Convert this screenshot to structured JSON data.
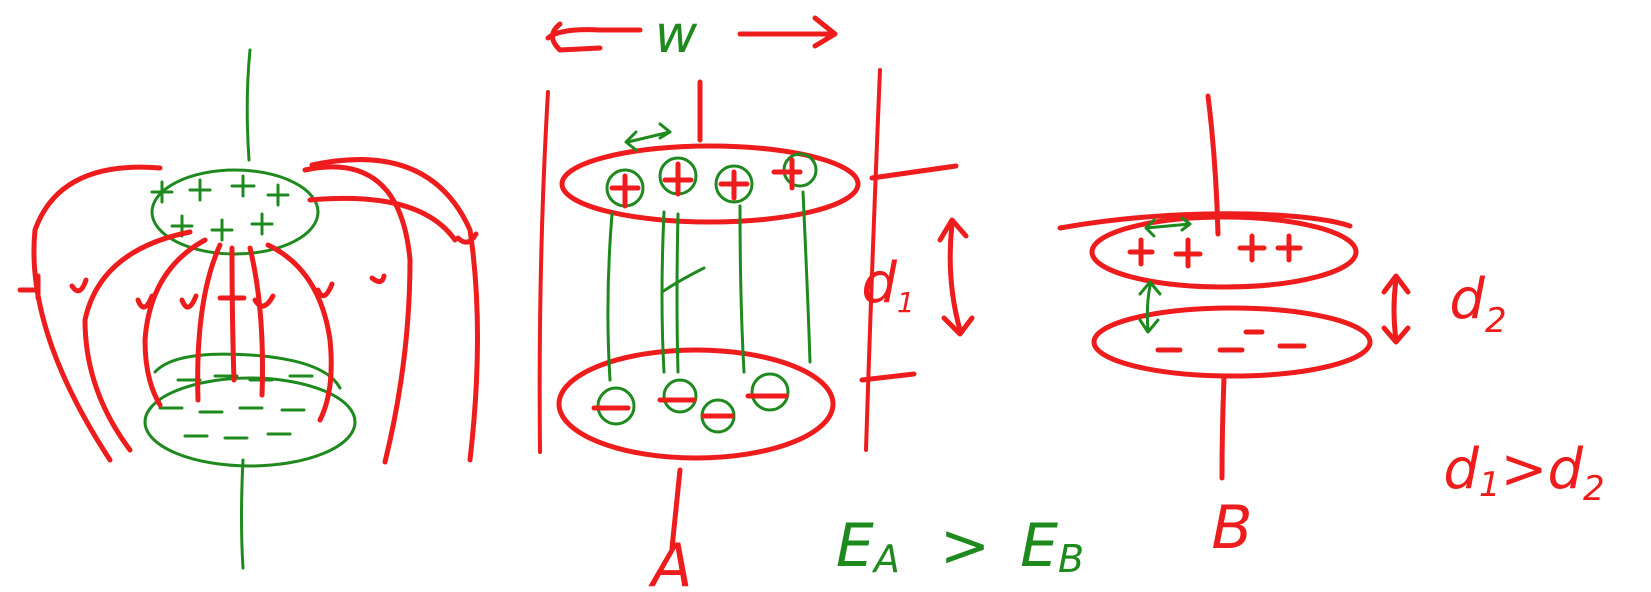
{
  "labels": {
    "width": "w",
    "separation_1": "d₁",
    "separation_2": "d₂",
    "capacitor_a": "A",
    "capacitor_b": "B",
    "field_comparison": "E_A > E_B",
    "field_e_a": "E",
    "field_a_sub": "A",
    "field_gt": ">",
    "field_e_b": "E",
    "field_b_sub": "B",
    "distance_d1": "d",
    "distance_d1_sub": "1",
    "distance_d2": "d",
    "distance_d2_sub": "2",
    "compare_lhs": "d",
    "compare_lhs_sub": "1",
    "compare_gt": ">",
    "compare_rhs": "d",
    "compare_rhs_sub": "2"
  },
  "colors": {
    "ink_red": "#ee1c1c",
    "ink_green": "#1e8a1e",
    "background": "#ffffff"
  }
}
